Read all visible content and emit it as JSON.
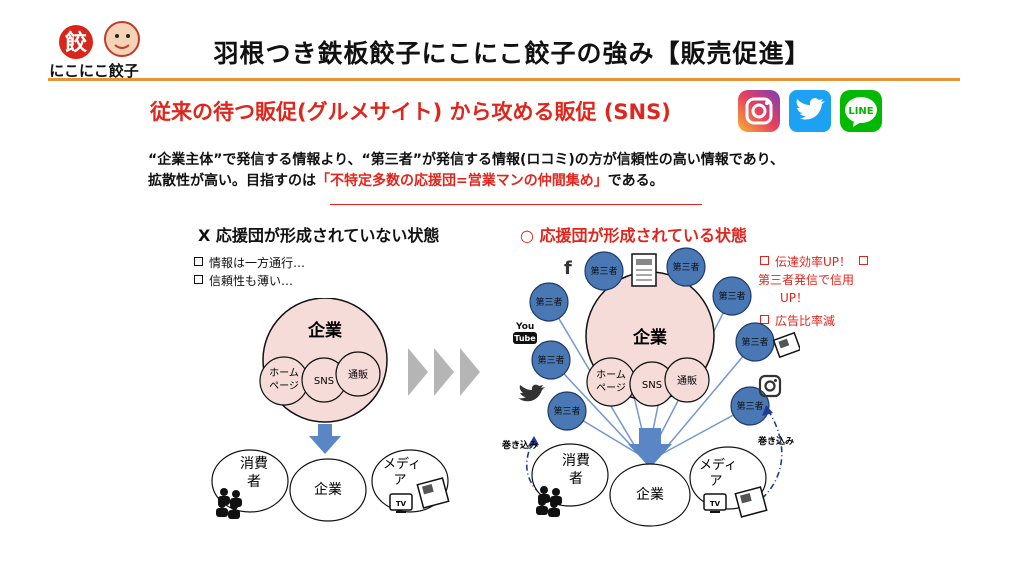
{
  "header": {
    "logo_mark": "餃",
    "logo_text": "にこにこ餃子",
    "title": "羽根つき鉄板餃子にこにこ餃子の強み【販売促進】"
  },
  "subtitle": "従来の待つ販促(グルメサイト) から攻める販促 (SNS)",
  "social_icons": [
    "instagram-icon",
    "twitter-icon",
    "line-icon"
  ],
  "line_label": "LINE",
  "body": {
    "line1": "“企業主体”で発信する情報より、“第三者”が発信する情報(ロコミ)の方が信頼性の高い情報であり、",
    "line2_prefix": "拡散性が高い。目指すのは",
    "line2_highlight": "「不特定多数の応援団=営業マンの仲間集め」",
    "line2_suffix": "である。"
  },
  "left": {
    "heading": "Ⅹ 応援団が形成されていない状態",
    "bullets": [
      "情報は一方通行…",
      "信頼性も薄い…"
    ],
    "company": "企業",
    "channel_hp_1": "ホーム",
    "channel_hp_2": "ページ",
    "channel_sns": "SNS",
    "channel_mail": "通販",
    "consumer_1": "消費",
    "consumer_2": "者",
    "company_small": "企業",
    "media_1": "メディ",
    "media_2": "ア",
    "tv": "TV"
  },
  "right": {
    "heading": "○ 応援団が形成されている状態",
    "notes": [
      {
        "text": "伝達効率UP！",
        "boxed": true,
        "trailing_box": true
      },
      {
        "text": "第三者発信で信用",
        "boxed": false
      },
      {
        "text": "UP！",
        "boxed": false
      },
      {
        "text": "広告比率減",
        "boxed": true
      }
    ],
    "third_party": "第三者",
    "company": "企業",
    "channel_hp_1": "ホーム",
    "channel_hp_2": "ページ",
    "channel_sns": "SNS",
    "channel_mail": "通販",
    "consumer_1": "消費",
    "consumer_2": "者",
    "company_small": "企業",
    "media_1": "メディ",
    "media_2": "ア",
    "tv": "TV",
    "wrap_in_left": "巻き込み",
    "wrap_in_right": "巻き込み",
    "youtube_1": "You",
    "youtube_2": "Tube",
    "facebook": "f"
  },
  "colors": {
    "accent_red": "#e0261c",
    "header_rule": "#e8923a",
    "company_fill": "#f6dcd9",
    "node_fill": "#4a78b5",
    "arrow_blue": "#5b86c6",
    "chevron_gray": "#b5b5b5"
  }
}
